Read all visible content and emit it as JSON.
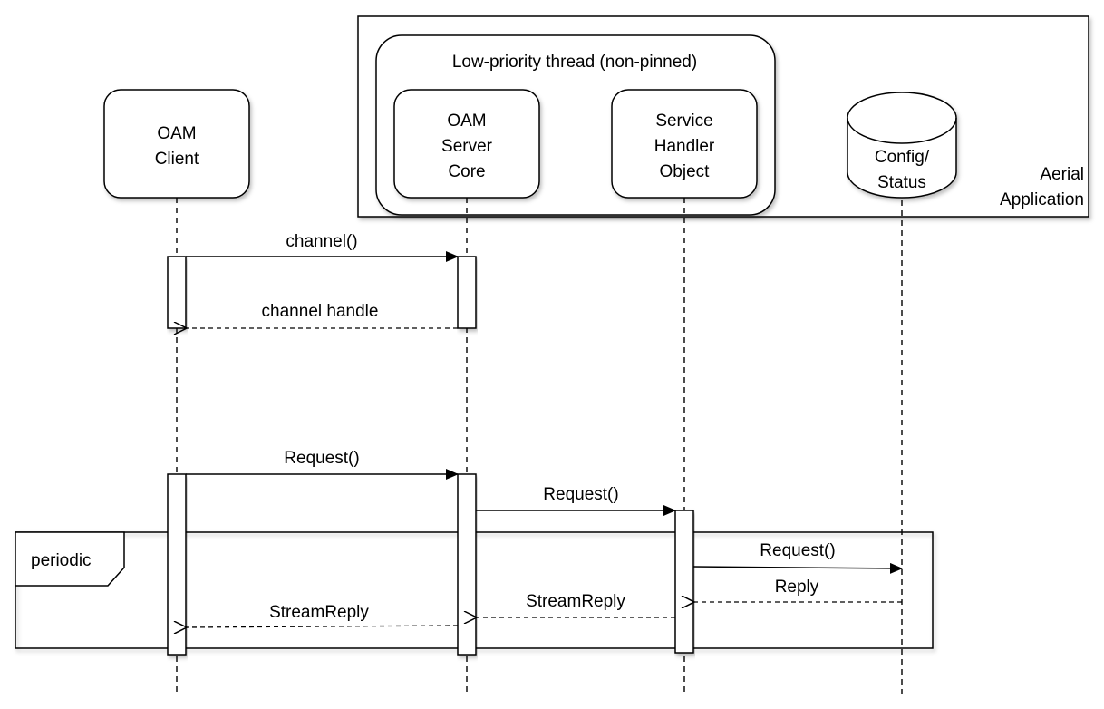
{
  "container": {
    "label_line1": "Aerial",
    "label_line2": "Application"
  },
  "thread_group": {
    "label": "Low-priority thread (non-pinned)"
  },
  "participants": {
    "client": {
      "line1": "OAM",
      "line2": "Client"
    },
    "server_core": {
      "line1": "OAM",
      "line2": "Server",
      "line3": "Core"
    },
    "service_handler": {
      "line1": "Service",
      "line2": "Handler",
      "line3": "Object"
    },
    "config_status": {
      "line1": "Config/",
      "line2": "Status"
    }
  },
  "loop": {
    "label": "periodic"
  },
  "messages": {
    "channel_call": "channel()",
    "channel_handle": "channel handle",
    "request_client": "Request()",
    "request_core": "Request()",
    "request_handler": "Request()",
    "reply": "Reply",
    "stream_reply_handler": "StreamReply",
    "stream_reply_core": "StreamReply"
  },
  "colors": {
    "line": "#000000",
    "background": "#ffffff"
  }
}
